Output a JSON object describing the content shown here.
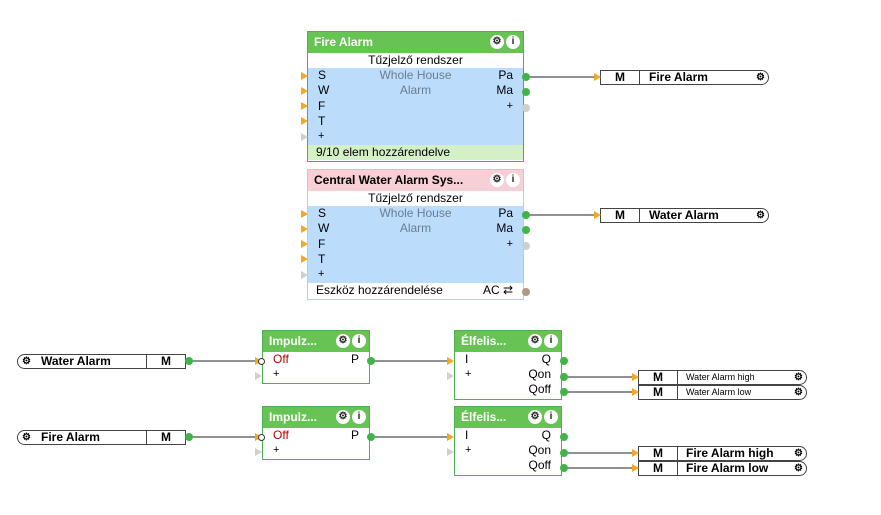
{
  "fire_alarm_block": {
    "title": "Fire Alarm",
    "subtitle": "Tűzjelző rendszer",
    "inputs": [
      "S",
      "W",
      "F",
      "T"
    ],
    "outputs": [
      "Pa",
      "Ma"
    ],
    "center_line1": "Whole House",
    "center_line2": "Alarm",
    "footer": "9/10 elem hozzárendelve",
    "ref_m": "M",
    "ref_label": "Fire Alarm"
  },
  "water_alarm_block": {
    "title": "Central Water Alarm Sys...",
    "subtitle": "Tűzjelző rendszer",
    "inputs": [
      "S",
      "W",
      "F",
      "T"
    ],
    "outputs": [
      "Pa",
      "Ma"
    ],
    "center_line1": "Whole House",
    "center_line2": "Alarm",
    "footer": "Eszköz hozzárendelése",
    "footer_right": "AC ⇄",
    "ref_m": "M",
    "ref_label": "Water Alarm"
  },
  "row1": {
    "input_label": "Water Alarm",
    "input_m": "M",
    "impulse_title": "Impulz...",
    "impulse_in": "Off",
    "impulse_out": "P",
    "edge_title": "Élfelis...",
    "edge_in": "I",
    "edge_outs": [
      "Q",
      "Qon",
      "Qoff"
    ],
    "out_high": "Water Alarm high",
    "out_low": "Water Alarm low",
    "out_m": "M"
  },
  "row2": {
    "input_label": "Fire Alarm",
    "input_m": "M",
    "impulse_title": "Impulz...",
    "impulse_in": "Off",
    "impulse_out": "P",
    "edge_title": "Élfelis...",
    "edge_in": "I",
    "edge_outs": [
      "Q",
      "Qon",
      "Qoff"
    ],
    "out_high": "Fire Alarm high",
    "out_low": "Fire Alarm low",
    "out_m": "M"
  },
  "icons": {
    "gear": "⚙",
    "info": "i",
    "plus": "+"
  }
}
